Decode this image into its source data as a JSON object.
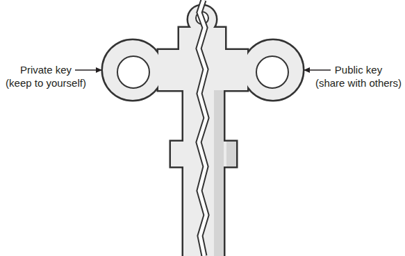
{
  "diagram": {
    "labels": [
      "Private key",
      "(keep to yourself)",
      "Public key",
      "(share with others)"
    ]
  }
}
